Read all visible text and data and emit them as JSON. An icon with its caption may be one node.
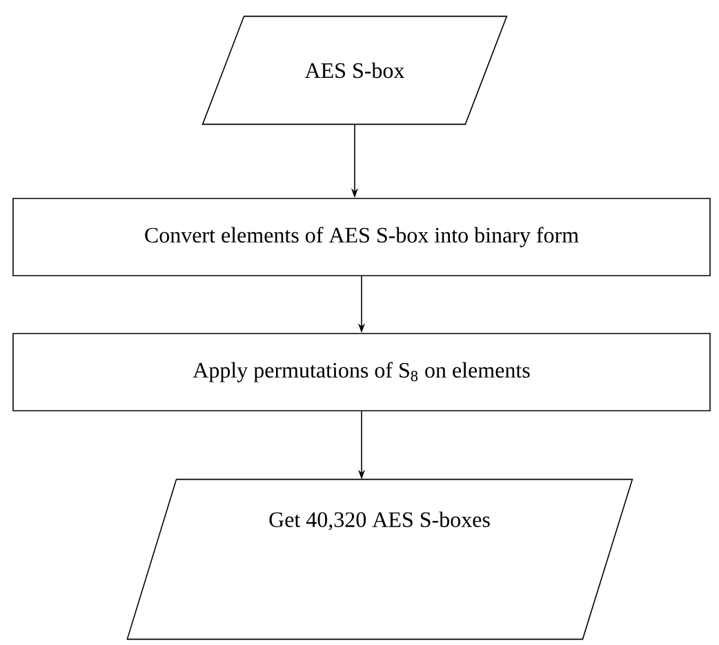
{
  "diagram": {
    "nodes": [
      {
        "text": [
          "AES S-box"
        ]
      },
      {
        "text": [
          "Convert elements of AES S-box into binary form"
        ]
      },
      {
        "text": [
          "Apply permutations of S$_{8}$  on elements"
        ]
      },
      {
        "text": [
          "Get 40,320  AES S-boxes"
        ]
      }
    ],
    "edges": [
      {
        "from": 0,
        "to": 1,
        "arrow": "to"
      },
      {
        "from": 1,
        "to": 2,
        "arrow": "to"
      },
      {
        "from": 2,
        "to": 3,
        "arrow": "to"
      }
    ]
  }
}
